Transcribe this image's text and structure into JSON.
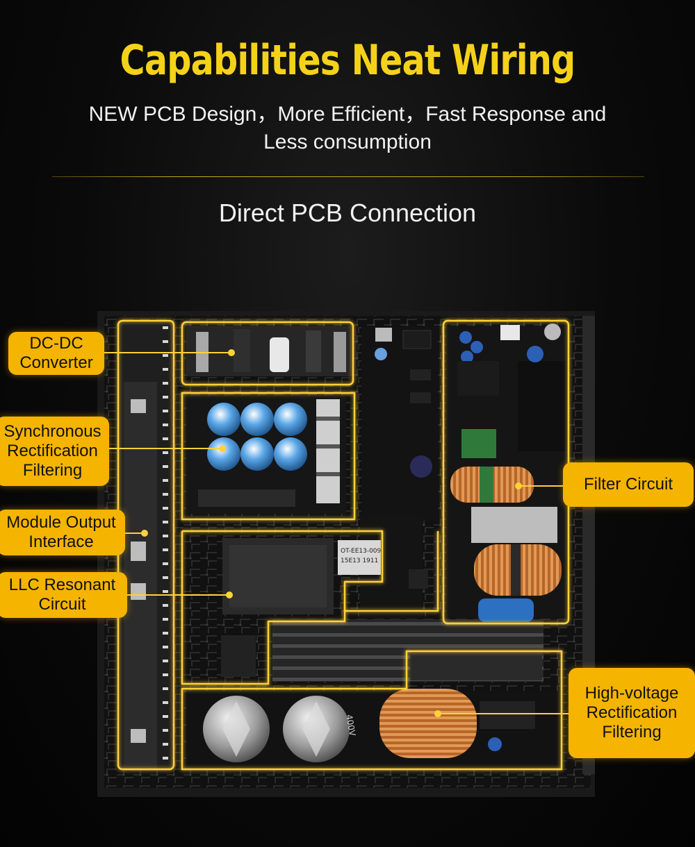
{
  "header": {
    "title": "Capabilities Neat Wiring",
    "subtitle_line1": "NEW PCB Design，More Efficient，Fast Response and",
    "subtitle_line2": "Less consumption",
    "section_title": "Direct PCB Connection"
  },
  "labels": {
    "dc_dc": [
      "DC-DC",
      "Converter"
    ],
    "sync": [
      "Synchronous",
      "Rectification",
      "Filtering"
    ],
    "module": [
      "Module Output",
      "Interface"
    ],
    "llc": [
      "LLC Resonant",
      "Circuit"
    ],
    "filter": [
      "Filter Circuit"
    ],
    "hv": [
      "High-voltage",
      "Rectification",
      "Filtering"
    ]
  },
  "component_markings": {
    "chip_label": "OT-EE13-009",
    "chip_sub": "15E13 1911",
    "cap_label": "400V"
  },
  "colors": {
    "accent": "#f5d21a",
    "label_bg": "#f5b400",
    "glow": "#ffd23a",
    "pcb": "#121212"
  }
}
